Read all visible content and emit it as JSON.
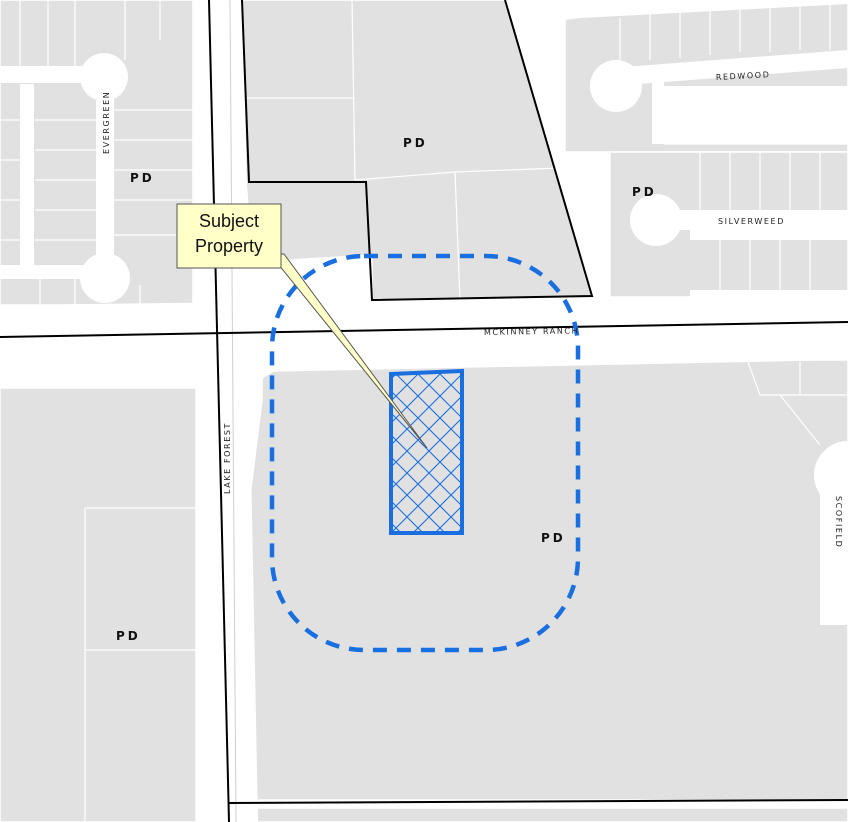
{
  "streets": {
    "evergreen": "EVERGREEN",
    "redwood": "REDWOOD",
    "silverweed": "SILVERWEED",
    "mckinney_ranch": "MCKINNEY RANCH",
    "lake_forest": "LAKE FOREST",
    "scofield": "SCOFIELD"
  },
  "zoning": {
    "nw": "PD",
    "n": "PD",
    "ne": "PD",
    "se": "PD",
    "sw": "PD"
  },
  "callout": {
    "line1": "Subject",
    "line2": "Property"
  },
  "colors": {
    "parcel": "#e1e1e1",
    "road": "#ffffff",
    "lot_line": "#ffffff",
    "zoning_boundary": "#000000",
    "subject": "#1a6fe0",
    "notification_buffer": "#1a6fe0",
    "callout_fill": "#ffffc8"
  }
}
